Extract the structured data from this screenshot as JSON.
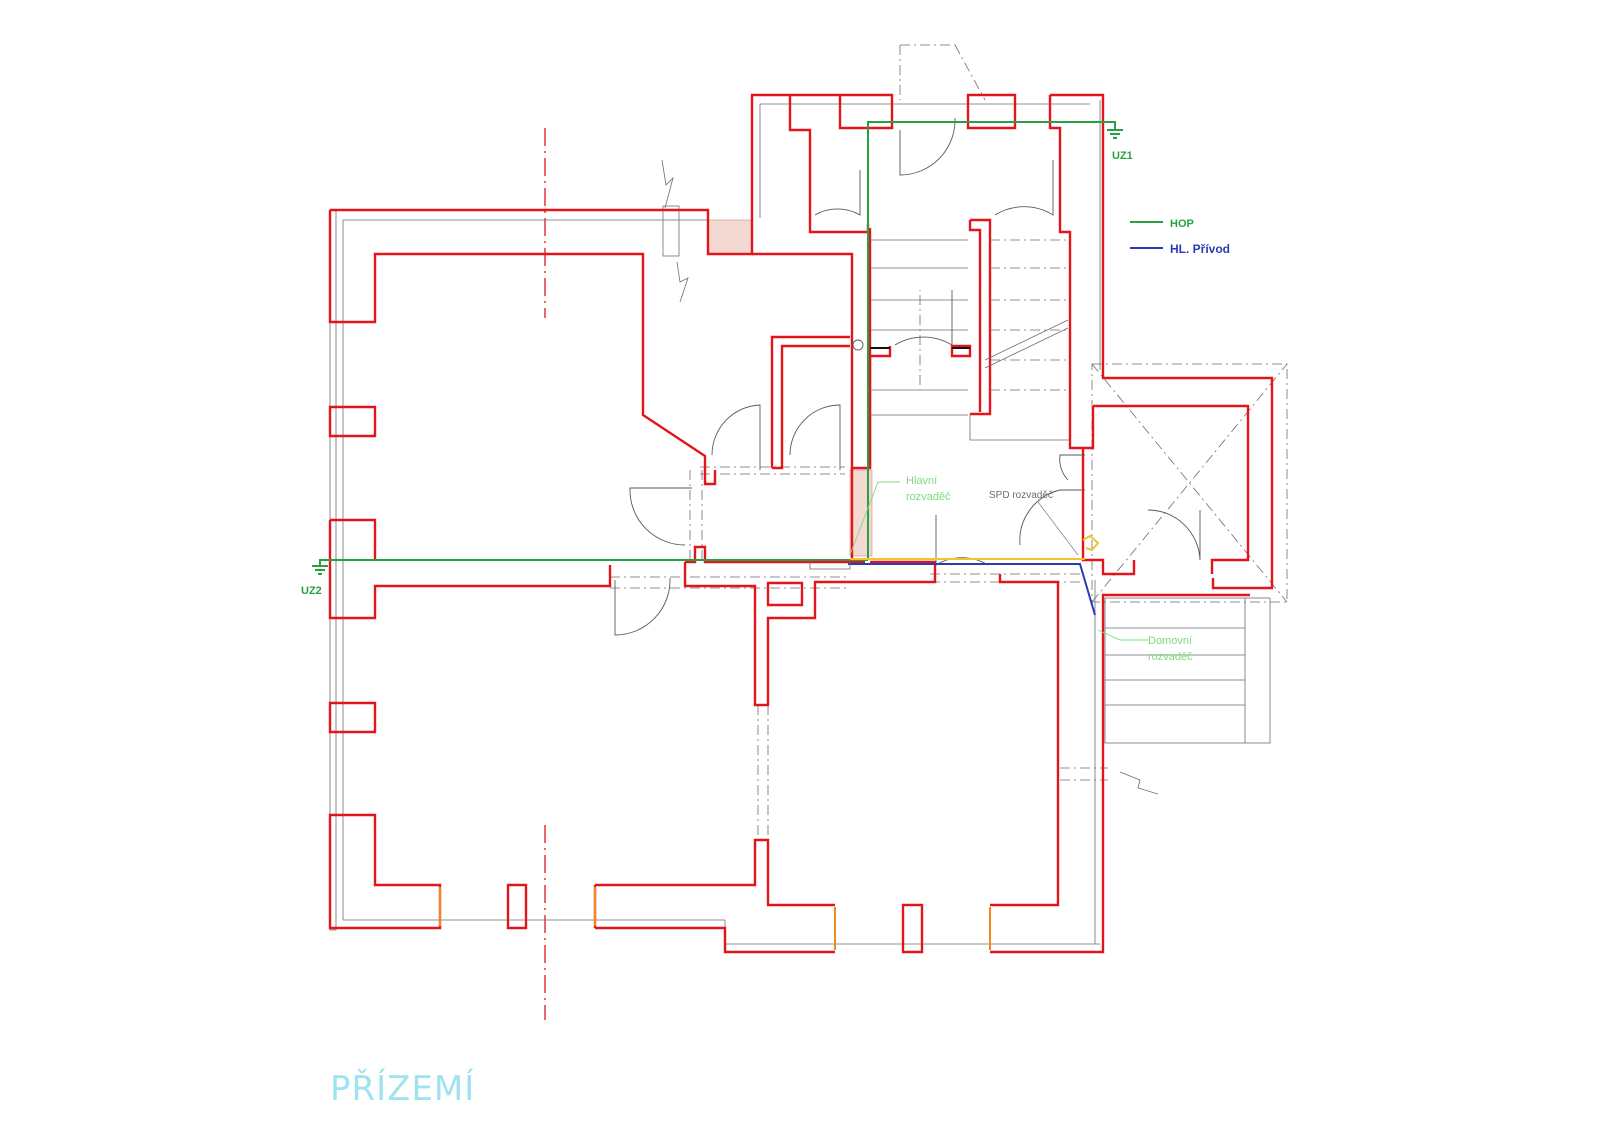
{
  "drawing": {
    "title": "PŘÍZEMÍ",
    "legend": {
      "hop_label": "HOP",
      "hop_color": "#27a243",
      "feed_label": "HL. Přívod",
      "feed_color": "#2c3bb5"
    },
    "labels": {
      "uz1": "UZ1",
      "uz2": "UZ2",
      "main_board_line1": "Hlavní",
      "main_board_line2": "rozvaděč",
      "spd_board": "SPD rozvaděč",
      "house_board_line1": "Domovní",
      "house_board_line2": "rozvaděč"
    },
    "colors": {
      "walls": "#e3141b",
      "grounding_line": "#27a243",
      "main_feed": "#2c3bb5",
      "labels_light": "#7ed97e",
      "title": "#9fe3f0"
    }
  }
}
